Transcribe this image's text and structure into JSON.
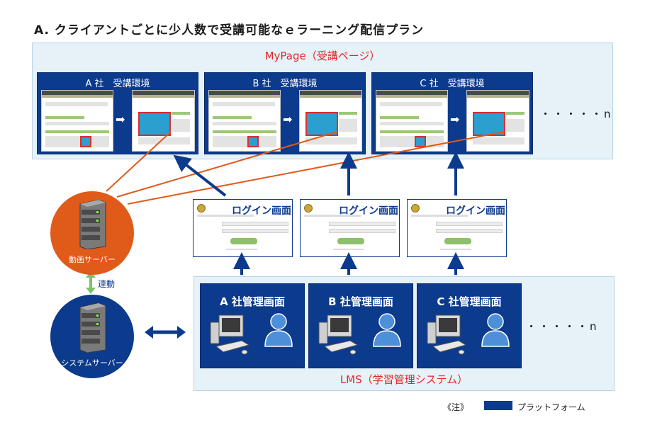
{
  "title": "A. クライアントごとに少人数で受講可能なｅラーニング配信プラン",
  "mypage_label": "MyPage（受講ページ）",
  "companies": [
    {
      "env_title": "A 社　受講環境",
      "login_title": "ログイン画面",
      "admin_title": "A 社管理画面"
    },
    {
      "env_title": "B 社　受講環境",
      "login_title": "ログイン画面",
      "admin_title": "B 社管理画面"
    },
    {
      "env_title": "C 社　受講環境",
      "login_title": "ログイン画面",
      "admin_title": "C 社管理画面"
    }
  ],
  "ellipsis_top": "・・・・・n",
  "ellipsis_bottom": "・・・・・n",
  "video_server_label": "動画サーバー",
  "system_server_label": "システムサーバー",
  "link_label": "連動",
  "lms_label": "LMS（学習管理システム）",
  "legend": {
    "note": "《注》",
    "platform": "プラットフォーム"
  },
  "colors": {
    "platform": "#0c3a8c",
    "accent_red": "#e02a2a",
    "video_server": "#e05a1a",
    "link_green": "#7cc26a",
    "panel_bg": "#e6f1f8"
  }
}
